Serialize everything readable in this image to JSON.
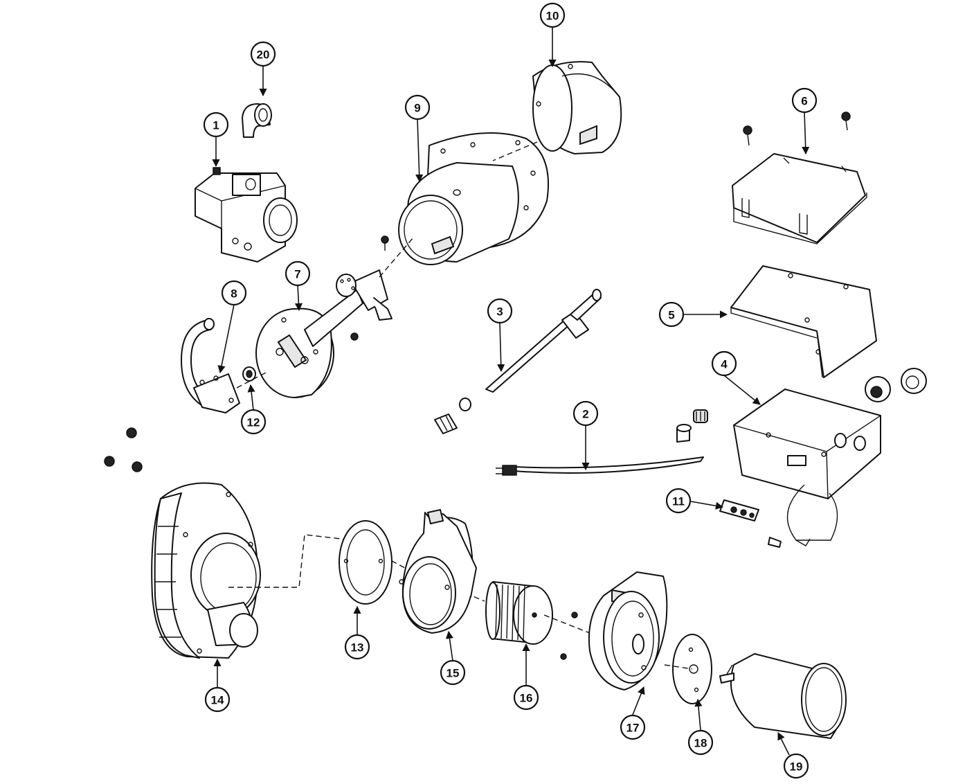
{
  "callouts": [
    {
      "id": "1",
      "label": "1"
    },
    {
      "id": "2",
      "label": "2"
    },
    {
      "id": "3",
      "label": "3"
    },
    {
      "id": "4",
      "label": "4"
    },
    {
      "id": "5",
      "label": "5"
    },
    {
      "id": "6",
      "label": "6"
    },
    {
      "id": "7",
      "label": "7"
    },
    {
      "id": "8",
      "label": "8"
    },
    {
      "id": "9",
      "label": "9"
    },
    {
      "id": "10",
      "label": "10"
    },
    {
      "id": "11",
      "label": "11"
    },
    {
      "id": "12",
      "label": "12"
    },
    {
      "id": "13",
      "label": "13"
    },
    {
      "id": "14",
      "label": "14"
    },
    {
      "id": "15",
      "label": "15"
    },
    {
      "id": "16",
      "label": "16"
    },
    {
      "id": "17",
      "label": "17"
    },
    {
      "id": "18",
      "label": "18"
    },
    {
      "id": "19",
      "label": "19"
    },
    {
      "id": "20",
      "label": "20"
    }
  ],
  "colors": {
    "ink": "#111111",
    "paper": "#ffffff"
  }
}
